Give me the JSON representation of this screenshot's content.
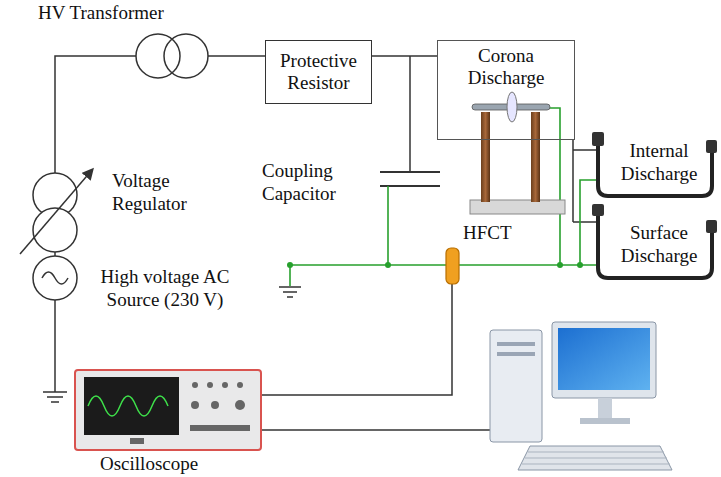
{
  "diagram": {
    "nodes": [
      {
        "text": [
          "Protective Resistor"
        ]
      },
      {
        "text": [
          "Corona Discharge"
        ]
      }
    ],
    "edges": [
      {
        "from": 0,
        "to": 1,
        "arrow": "none"
      }
    ],
    "labels": [
      "HV Transformer",
      "Voltage Regulator",
      "High voltage AC Source (230 V)",
      "Coupling Capacitor",
      "HFCT",
      "Internal Discharge",
      "Surface Discharge",
      "Oscilloscope"
    ]
  }
}
